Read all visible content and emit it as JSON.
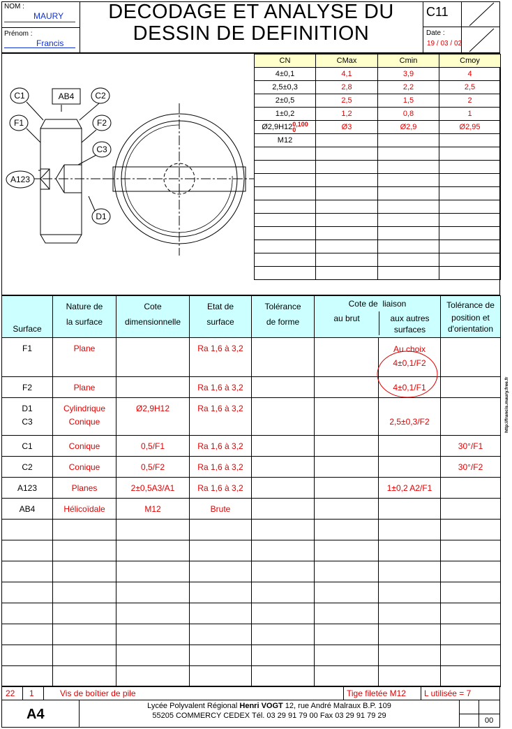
{
  "header": {
    "nom_label": "NOM :",
    "nom_value": "MAURY",
    "prenom_label": "Prénom :",
    "prenom_value": "Francis",
    "title_line1": "DECODAGE ET ANALYSE DU",
    "title_line2": "DESSIN DE DEFINITION",
    "code": "C11",
    "date_label": "Date :",
    "date_day": "19",
    "date_month": "03",
    "date_year": "02"
  },
  "drawing": {
    "labels": [
      "C1",
      "AB4",
      "C2",
      "F1",
      "F2",
      "C3",
      "A123",
      "D1"
    ]
  },
  "cn_table": {
    "headers": [
      "CN",
      "CMax",
      "Cmin",
      "Cmoy"
    ],
    "rows": [
      [
        "4±0,1",
        "4,1",
        "3,9",
        "4"
      ],
      [
        "2,5±0,3",
        "2,8",
        "2,2",
        "2,5"
      ],
      [
        "2±0,5",
        "2,5",
        "1,5",
        "2"
      ],
      [
        "1±0,2",
        "1,2",
        "0,8",
        "1"
      ],
      [
        "Ø2,9H12",
        "Ø3",
        "Ø2,9",
        "Ø2,95"
      ],
      [
        "M12",
        "",
        "",
        ""
      ]
    ],
    "tol_upper": "0,100",
    "tol_lower": "0",
    "empty_rows": 10
  },
  "surface_table": {
    "headers": {
      "surface": "Surface",
      "nature_1": "Nature de",
      "nature_2": "la surface",
      "cote_1": "Cote",
      "cote_2": "dimensionnelle",
      "etat_1": "Etat de",
      "etat_2": "surface",
      "tol_forme_1": "Tolérance",
      "tol_forme_2": "de forme",
      "liaison": "Cote de  liaison",
      "brut": "au brut",
      "autres_1": "aux autres",
      "autres_2": "surfaces",
      "tol_pos_1": "Tolérance de",
      "tol_pos_2": "position et",
      "tol_pos_3": "d'orientation"
    },
    "rows": [
      {
        "surface": "F1",
        "nature": "Plane",
        "cote": "",
        "etat": "Ra 1,6  à 3,2",
        "forme": "",
        "brut": "",
        "autres": "Au choix\n4±0,1/F2",
        "pos": ""
      },
      {
        "surface": "F2",
        "nature": "Plane",
        "cote": "",
        "etat": "Ra 1,6  à 3,2",
        "forme": "",
        "brut": "",
        "autres": "4±0,1/F1",
        "pos": ""
      },
      {
        "surface": "D1\nC3",
        "nature": "Cylindrique\nConique",
        "cote": "Ø2,9H12",
        "etat": "Ra 1,6  à 3,2",
        "forme": "",
        "brut": "",
        "autres": "\n2,5±0,3/F2",
        "pos": ""
      },
      {
        "surface": "C1",
        "nature": "Conique",
        "cote": "0,5/F1",
        "etat": "Ra 1,6  à 3,2",
        "forme": "",
        "brut": "",
        "autres": "",
        "pos": "30°/F1"
      },
      {
        "surface": "C2",
        "nature": "Conique",
        "cote": "0,5/F2",
        "etat": "Ra 1,6  à 3,2",
        "forme": "",
        "brut": "",
        "autres": "",
        "pos": "30°/F2"
      },
      {
        "surface": "A123",
        "nature": "Planes",
        "cote": "2±0,5A3/A1",
        "etat": "Ra 1,6  à 3,2",
        "forme": "",
        "brut": "",
        "autres": "1±0,2 A2/F1",
        "pos": ""
      },
      {
        "surface": "AB4",
        "nature": "Hélicoïdale",
        "cote": "M12",
        "etat": "Brute",
        "forme": "",
        "brut": "",
        "autres": "",
        "pos": ""
      }
    ],
    "empty_rows": 8
  },
  "side_url": "http://francis.maury.free.fr",
  "footer": {
    "num": "22",
    "qty": "1",
    "designation": "Vis de boîtier de pile",
    "material": "Tige filetée M12",
    "length": "L utilisée = 7",
    "format": "A4",
    "school_line1_a": "Lycée Polyvalent Régional ",
    "school_line1_b": "Henri VOGT",
    "school_line1_c": " 12, rue André Malraux B.P. 109",
    "school_line2": "55205 COMMERCY CEDEX Tél. 03 29 91 79 00 Fax 03 29 91 79 29",
    "index": "00"
  },
  "colors": {
    "red": "#e00000",
    "blue": "#1030d0",
    "cn_header_bg": "#ffffcc",
    "surf_header_bg": "#ccffff"
  }
}
